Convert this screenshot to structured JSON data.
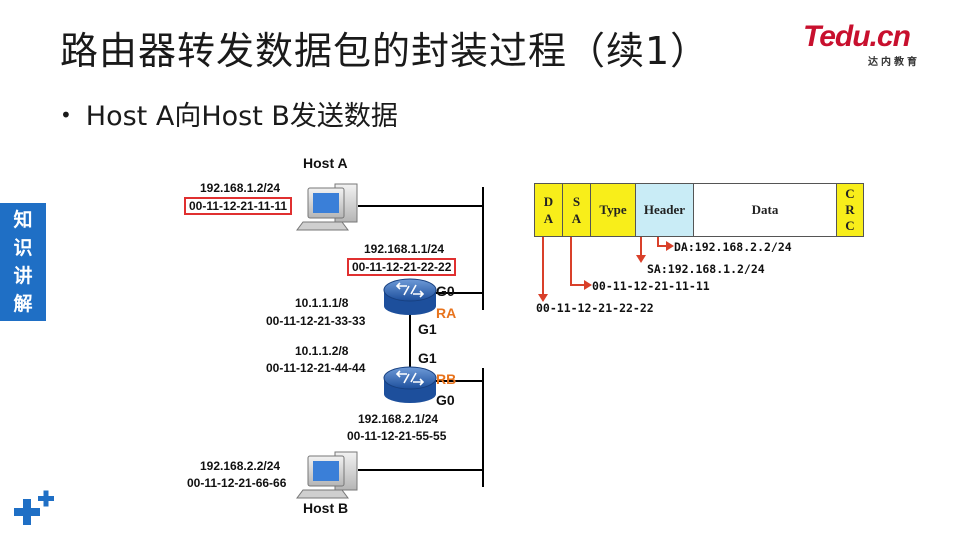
{
  "title": "路由器转发数据包的封装过程（续1）",
  "logo": {
    "main": "Tedu.cn",
    "sub": "达内教育"
  },
  "bullet": "Host A向Host B发送数据",
  "side_tab": [
    "知",
    "识",
    "讲",
    "解"
  ],
  "diagram": {
    "host_a": {
      "name": "Host A",
      "ip": "192.168.1.2/24",
      "mac": "00-11-12-21-11-11"
    },
    "ra": {
      "name": "RA",
      "g0_label": "G0",
      "g1_label": "G1",
      "g0_ip": "192.168.1.1/24",
      "g0_mac": "00-11-12-21-22-22",
      "g1_ip": "10.1.1.1/8",
      "g1_mac": "00-11-12-21-33-33"
    },
    "rb": {
      "name": "RB",
      "g1_label": "G1",
      "g0_label": "G0",
      "g1_ip": "10.1.1.2/8",
      "g1_mac": "00-11-12-21-44-44",
      "g0_ip": "192.168.2.1/24",
      "g0_mac": "00-11-12-21-55-55"
    },
    "host_b": {
      "name": "Host B",
      "ip": "192.168.2.2/24",
      "mac": "00-11-12-21-66-66"
    }
  },
  "frame": {
    "fields": [
      {
        "label": "D\nA",
        "color": "#f8ee1a"
      },
      {
        "label": "S\nA",
        "color": "#f8ee1a"
      },
      {
        "label": "Type",
        "color": "#f8ee1a"
      },
      {
        "label": "Header",
        "color": "#c9ecf6"
      },
      {
        "label": "Data",
        "color": "#ffffff"
      },
      {
        "label": "C\nR\nC",
        "color": "#f8ee1a"
      }
    ],
    "annotations": {
      "da_mac": "00-11-12-21-22-22",
      "sa_mac": "00-11-12-21-11-11",
      "sa_ip": "SA:192.168.1.2/24",
      "da_ip": "DA:192.168.2.2/24"
    }
  },
  "colors": {
    "accent_red": "#e03030",
    "arrow": "#d9402a",
    "tab_blue": "#1f6fc5",
    "router_label": "#e8731c"
  }
}
